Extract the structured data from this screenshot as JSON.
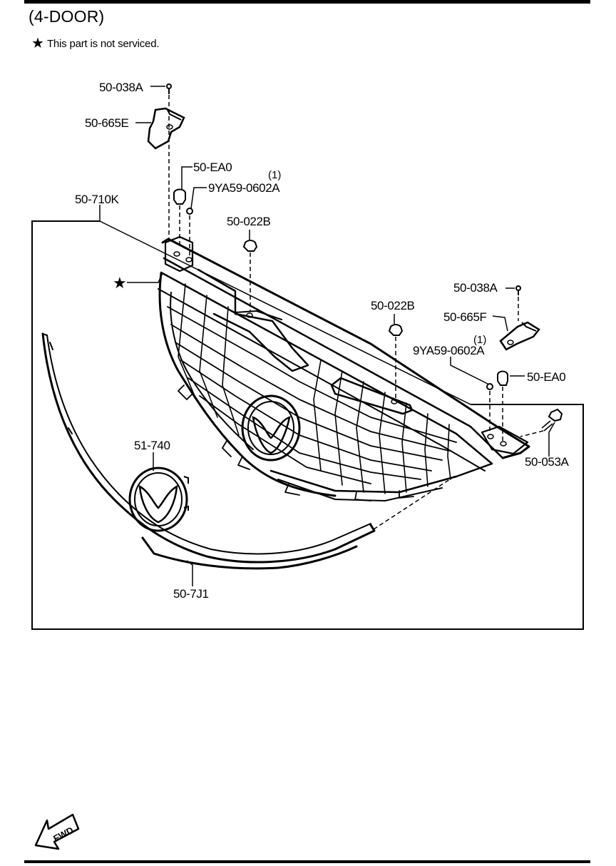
{
  "header": {
    "title": "(4-DOOR)",
    "note_symbol": "★",
    "note_text": "This part is not serviced."
  },
  "callouts": {
    "clip_upper_left": "50-038A",
    "bracket_left": "50-665E",
    "fastener_left": "50-EA0",
    "screw_left_qty": "(1)",
    "screw_left": "9YA59-0602A",
    "grille_assembly": "50-710K",
    "fastener_center": "50-022B",
    "not_serviced_star": "★",
    "clip_upper_right": "50-038A",
    "fastener_right_center": "50-022B",
    "bracket_right": "50-665F",
    "screw_right_qty": "(1)",
    "screw_right": "9YA59-0602A",
    "fastener_right": "50-EA0",
    "bolt_right": "50-053A",
    "emblem": "51-740",
    "molding": "50-7J1"
  },
  "fwd_indicator": {
    "label": "FWD",
    "icon": "fwd-arrow-icon"
  }
}
